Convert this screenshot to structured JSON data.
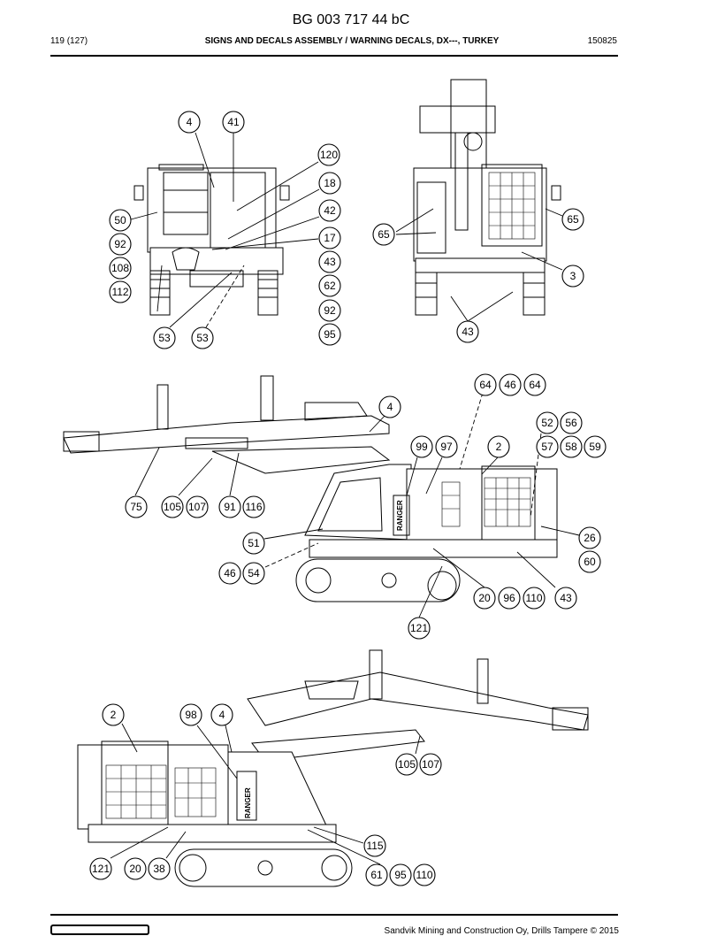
{
  "header": {
    "doc_number": "BG 003 717 44 bC",
    "page_ref": "119 (127)",
    "title": "SIGNS AND DECALS ASSEMBLY / WARNING DECALS, DX---, TURKEY",
    "date_code": "150825"
  },
  "footer": {
    "copyright": "Sandvik Mining and Construction Oy, Drills Tampere © 2015"
  },
  "machine_brand": "RANGER",
  "callouts": {
    "front": [
      "4",
      "41",
      "120",
      "18",
      "42",
      "17",
      "43",
      "62",
      "92",
      "95",
      "50",
      "92",
      "108",
      "112",
      "53",
      "53"
    ],
    "rear": [
      "65",
      "65",
      "3",
      "43"
    ],
    "side_left": [
      "64",
      "46",
      "64",
      "4",
      "52",
      "56",
      "99",
      "97",
      "2",
      "57",
      "58",
      "59",
      "75",
      "105",
      "107",
      "91",
      "116",
      "51",
      "26",
      "60",
      "46",
      "54",
      "20",
      "96",
      "110",
      "43",
      "121"
    ],
    "side_right": [
      "2",
      "98",
      "4",
      "105",
      "107",
      "115",
      "121",
      "20",
      "38",
      "61",
      "95",
      "110"
    ]
  }
}
